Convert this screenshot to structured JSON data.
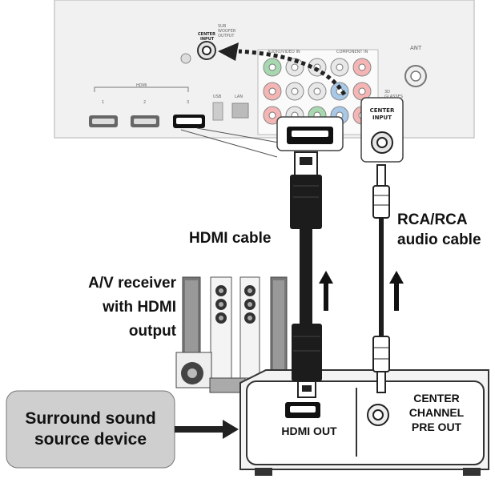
{
  "labels": {
    "hdmi_cable": "HDMI cable",
    "rca_cable_line1": "RCA/RCA",
    "rca_cable_line2": "audio cable",
    "receiver_line1": "A/V receiver",
    "receiver_line2": "with HDMI",
    "receiver_line3": "output",
    "source_device_line1": "Surround sound",
    "source_device_line2": "source device",
    "hdmi_out": "HDMI OUT",
    "center_pre_out_line1": "CENTER",
    "center_pre_out_line2": "CHANNEL",
    "center_pre_out_line3": "PRE OUT"
  },
  "tv_panel": {
    "hdmi_group": "HDMI",
    "hdmi_port_1": "1",
    "hdmi_port_2": "2",
    "hdmi_port_3": "3",
    "usb": "USB",
    "lan": "LAN",
    "ant": "ANT",
    "center_input_small_line1": "CENTER",
    "center_input_small_line2": "INPUT",
    "center_input_callout_line1": "CENTER",
    "center_input_callout_line2": "INPUT",
    "sub_woofer_output": "SUB WOOFER OUTPUT",
    "component_inputs": "AUDIO/VIDEO IN",
    "component_inputs_2": "COMPONENT IN",
    "3d_glasses": "3D GLASSES"
  },
  "colors": {
    "panel_fill": "#f1f1f1",
    "panel_edge": "#c8c8c8",
    "cable": "#1c1c1c",
    "source_box": "#cfcfcf",
    "receiver_fill": "#f3f3f3",
    "jack_red": "#f5b5b5",
    "jack_green": "#a8d8b0",
    "jack_blue": "#a8c8e8",
    "jack_white": "#e8e8e8"
  }
}
